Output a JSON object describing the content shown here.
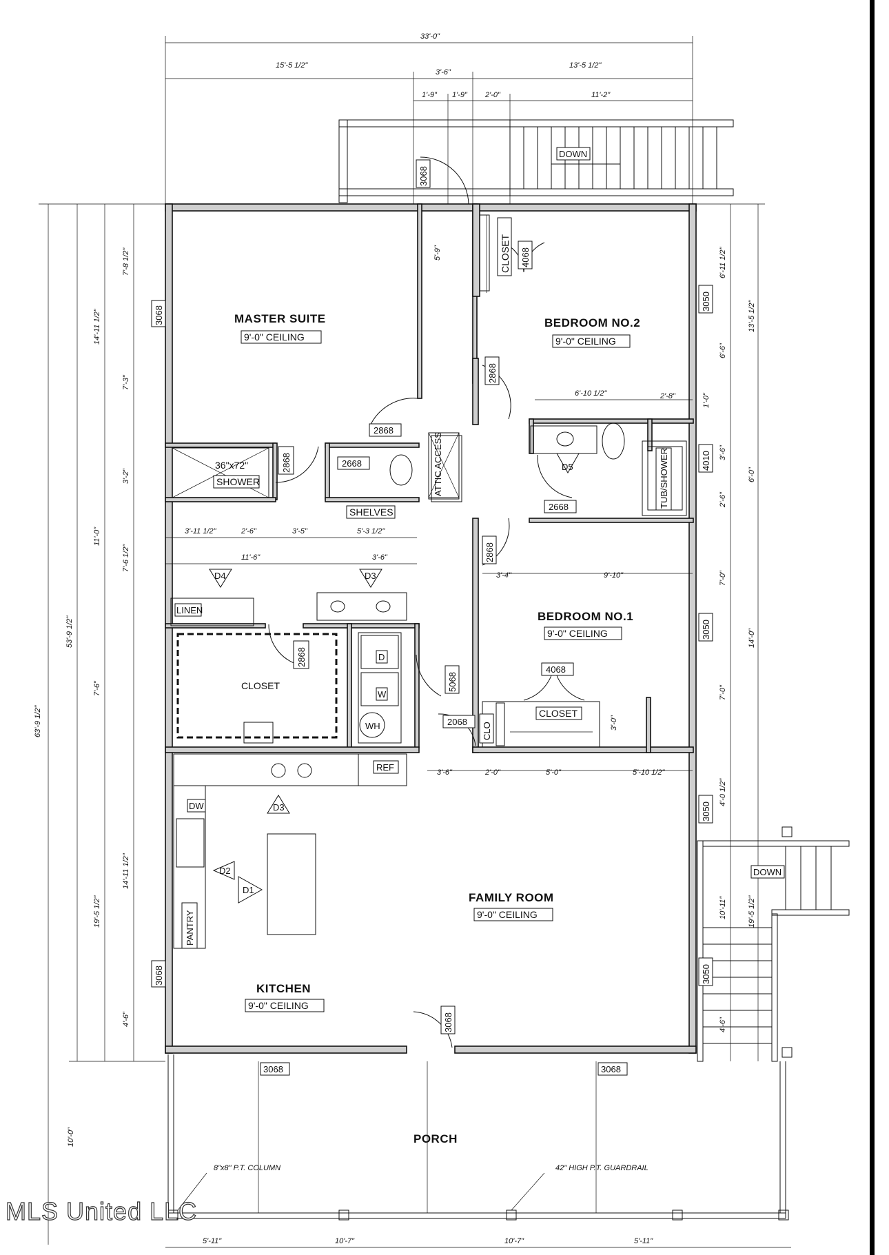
{
  "rooms": {
    "master_suite": {
      "name": "MASTER SUITE",
      "ceiling": "9'-0\" CEILING"
    },
    "bedroom2": {
      "name": "BEDROOM NO.2",
      "ceiling": "9'-0\" CEILING"
    },
    "bedroom1": {
      "name": "BEDROOM NO.1",
      "ceiling": "9'-0\" CEILING"
    },
    "family_room": {
      "name": "FAMILY ROOM",
      "ceiling": "9'-0\" CEILING"
    },
    "kitchen": {
      "name": "KITCHEN",
      "ceiling": "9'-0\" CEILING"
    },
    "porch": {
      "name": "PORCH"
    }
  },
  "labels": {
    "closet": "CLOSET",
    "shelves": "SHELVES",
    "linen": "LINEN",
    "pantry": "PANTRY",
    "ref": "REF",
    "dw": "DW",
    "wh": "WH",
    "clo": "CLO",
    "d": "D",
    "w": "W",
    "down": "DOWN",
    "attic_access": "ATTIC ACCESS",
    "tub_shower": "TUB/SHOWER",
    "shower_size": "36\"x72\"",
    "shower": "SHOWER",
    "column_note": "8\"x8\" P.T. COLUMN",
    "guardrail_note": "42\" HIGH P.T. GUARDRAIL"
  },
  "door_codes": {
    "d3068": "3068",
    "d2868": "2868",
    "d2668": "2668",
    "d4068": "4068",
    "d3050": "3050",
    "d4010": "4010",
    "d5068": "5068",
    "d2068": "2068"
  },
  "tags": {
    "d1": "D1",
    "d2": "D2",
    "d3": "D3",
    "d4": "D4",
    "d5": "D5"
  },
  "dimensions": {
    "overall_width": "33'-0\"",
    "top_left": "15'-5 1/2\"",
    "top_mid": "3'-6\"",
    "top_right": "13'-5 1/2\"",
    "top_19a": "1'-9\"",
    "top_19b": "1'-9\"",
    "top_20": "2'-0\"",
    "top_112": "11'-2\"",
    "overall_depth": "63'-9 1/2\"",
    "house_depth": "53'-9 1/2\"",
    "left_1411a": "14'-11 1/2\"",
    "left_78": "7'-8 1/2\"",
    "left_73": "7'-3\"",
    "left_110": "11'-0\"",
    "left_32": "3'-2\"",
    "left_76a": "7'-6 1/2\"",
    "left_76b": "7'-6\"",
    "left_1951": "19'-5 1/2\"",
    "left_1411b": "14'-11 1/2\"",
    "left_46": "4'-6\"",
    "left_100": "10'-0\"",
    "closet_59": "5'-9\"",
    "r_611": "6'-11 1/2\"",
    "r_135": "13'-5 1/2\"",
    "r_66": "6'-6\"",
    "r_10": "1'-0\"",
    "r_36": "3'-6\"",
    "r_60": "6'-0\"",
    "r_26": "2'-6\"",
    "r_70a": "7'-0\"",
    "r_140": "14'-0\"",
    "r_70b": "7'-0\"",
    "r_30": "3'-0\"",
    "r_40": "4'-0 1/2\"",
    "r_1011": "10'-11\"",
    "r_1952": "19'-5 1/2\"",
    "r_46": "4'-6\"",
    "m_3111": "3'-11 1/2\"",
    "m_26": "2'-6\"",
    "m_35": "3'-5\"",
    "m_53": "5'-3 1/2\"",
    "m_116": "11'-6\"",
    "m_36": "3'-6\"",
    "b_6101": "6'-10 1/2\"",
    "b_28": "2'-8\"",
    "b_34": "3'-4\"",
    "b_910": "9'-10\"",
    "h_36": "3'-6\"",
    "h_20": "2'-0\"",
    "h_50": "5'-0\"",
    "h_5101": "5'-10 1/2\"",
    "p_511a": "5'-11\"",
    "p_107a": "10'-7\"",
    "p_107b": "10'-7\"",
    "p_511b": "5'-11\""
  },
  "watermark": "MLS United LLC",
  "colors": {
    "line": "#111111",
    "wall_fill": "#cfcfcf",
    "background": "#ffffff"
  }
}
